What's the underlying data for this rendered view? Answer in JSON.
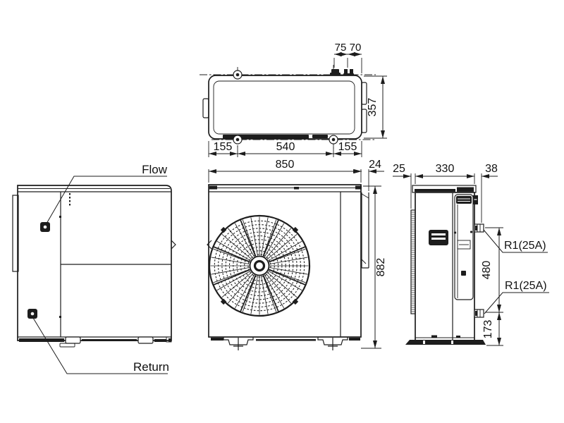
{
  "drawing": {
    "unit_labels": {
      "flow": "Flow",
      "return": "Return"
    },
    "top_view": {
      "pipe_offset_1": "75",
      "pipe_offset_2": "70",
      "depth": "357",
      "foot_left": "155",
      "foot_span": "540",
      "foot_right": "155"
    },
    "front_view": {
      "width": "850",
      "rear_fin_protrusion": "24",
      "height": "882"
    },
    "side_view": {
      "rear_protrusion": "25",
      "depth": "330",
      "front_protrusion": "38",
      "connection_spacing": "480",
      "connection_height": "173",
      "top_connection": "R1(25A)",
      "bottom_connection": "R1(25A)"
    },
    "colors": {
      "line": "#1d1d1d",
      "background": "#ffffff"
    }
  }
}
